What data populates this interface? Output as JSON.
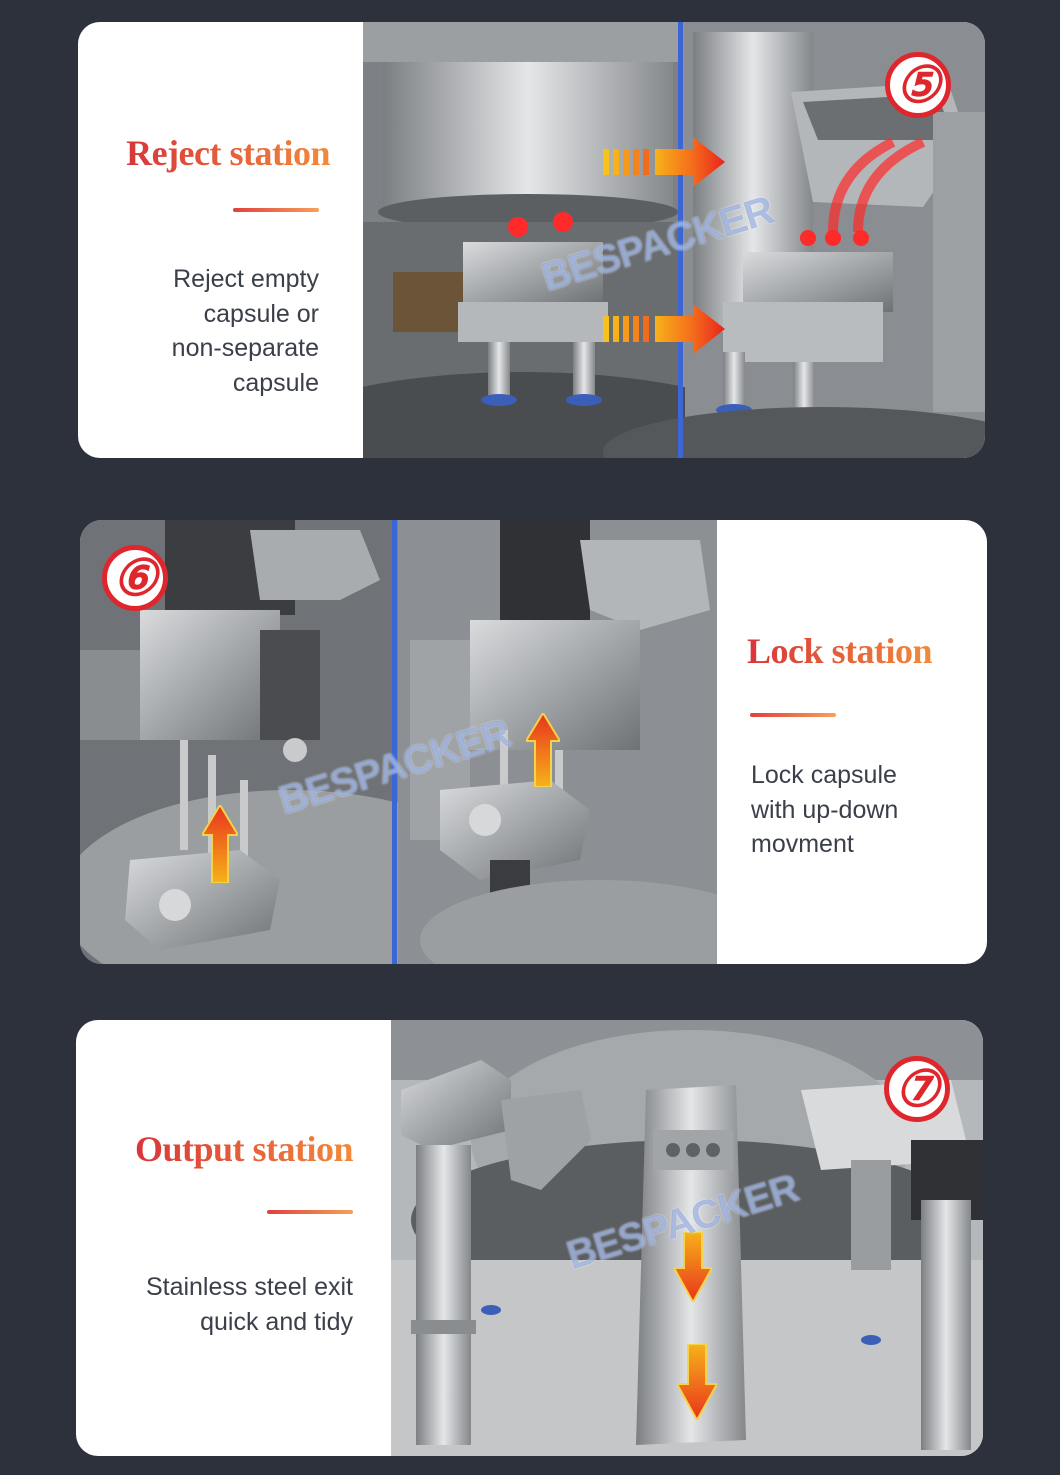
{
  "sections": [
    {
      "title": "Reject station",
      "description": "Reject empty capsule or non-separate capsule",
      "desc_lines": [
        "Reject empty",
        "capsule or",
        "non-separate",
        "capsule"
      ],
      "badge": "⑤",
      "watermark": "BESPACKER",
      "icons": [
        "right-arrow-icon",
        "right-arrow-icon"
      ]
    },
    {
      "title": "Lock station",
      "description": "Lock capsule with up-down movment",
      "desc_lines": [
        "Lock capsule",
        "with up-down",
        "movment"
      ],
      "badge": "⑥",
      "watermark": "BESPACKER",
      "icons": [
        "up-arrow-icon",
        "up-arrow-icon"
      ]
    },
    {
      "title": "Output station",
      "description": "Stainless steel exit quick and tidy",
      "desc_lines": [
        "Stainless steel exit",
        "quick and tidy"
      ],
      "badge": "⑦",
      "watermark": "BESPACKER",
      "icons": [
        "down-arrow-icon",
        "down-arrow-icon"
      ]
    }
  ],
  "colors": {
    "background": "#2d313c",
    "card": "#ffffff",
    "title_gradient_start": "#d8353a",
    "title_gradient_end": "#f28a3a",
    "badge": "#e0262d",
    "divider": "#3b66d6",
    "text": "#3b3f4a"
  }
}
